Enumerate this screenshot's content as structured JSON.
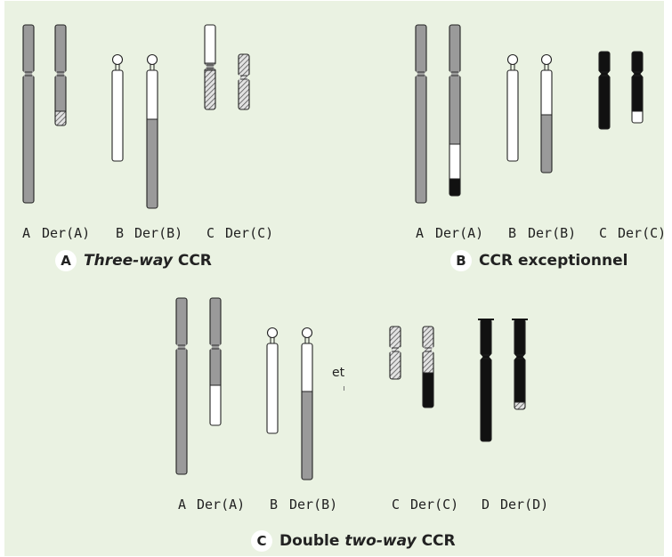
{
  "colors": {
    "background": "#eaf2e2",
    "gray": "#9a9a9a",
    "white": "#ffffff",
    "black": "#111111",
    "outline": "#222222",
    "hatch": "#555555"
  },
  "panels": {
    "a": {
      "letter": "A",
      "title_pre": "",
      "title_italic": "Three-way",
      "title_post": " CCR",
      "labels": {
        "a": "A",
        "der_a": "Der(A)",
        "b": "B",
        "der_b": "Der(B)",
        "c": "C",
        "der_c": "Der(C)"
      }
    },
    "b": {
      "letter": "B",
      "title_pre": "CCR exceptionnel",
      "title_italic": "",
      "title_post": "",
      "labels": {
        "a": "A",
        "der_a": "Der(A)",
        "b": "B",
        "der_b": "Der(B)",
        "c": "C",
        "der_c": "Der(C)"
      }
    },
    "c": {
      "letter": "C",
      "title_pre": "Double ",
      "title_italic": "two-way",
      "title_post": " CCR",
      "connector": "et",
      "labels": {
        "a": "A",
        "der_a": "Der(A)",
        "b": "B",
        "der_b": "Der(B)",
        "c": "C",
        "der_c": "Der(C)",
        "d": "D",
        "der_d": "Der(D)"
      }
    }
  }
}
